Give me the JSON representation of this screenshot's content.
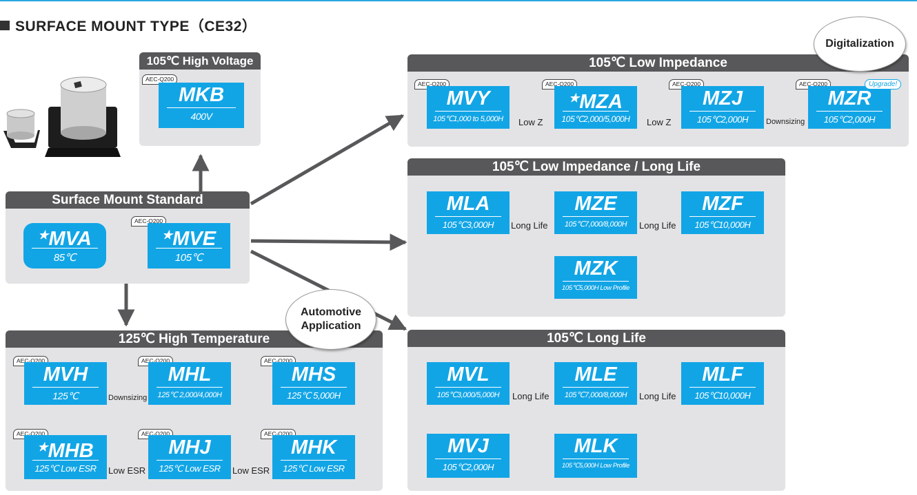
{
  "title": "SURFACE MOUNT TYPE（CE32）",
  "std_panel": {
    "header": "Surface Mount Standard",
    "mva": {
      "name": "MVA",
      "spec": "85℃"
    },
    "mve": {
      "name": "MVE",
      "spec": "105℃"
    }
  },
  "hv_panel": {
    "header": "105℃ High Voltage",
    "mkb": {
      "name": "MKB",
      "spec": "400V"
    }
  },
  "li_panel": {
    "header": "105℃ Low Impedance",
    "mvy": {
      "name": "MVY",
      "spec": "105℃1,000 to 5,000H"
    },
    "mza": {
      "name": "MZA",
      "spec": "105℃2,000/5,000H"
    },
    "mzj": {
      "name": "MZJ",
      "spec": "105℃2,000H"
    },
    "mzr": {
      "name": "MZR",
      "spec": "105℃2,000H"
    },
    "upgrade": "Upgrade!"
  },
  "lill_panel": {
    "header": "105℃ Low Impedance / Long Life",
    "mla": {
      "name": "MLA",
      "spec": "105℃3,000H"
    },
    "mze": {
      "name": "MZE",
      "spec": "105℃7,000/8,000H"
    },
    "mzf": {
      "name": "MZF",
      "spec": "105℃10,000H"
    },
    "mzk": {
      "name": "MZK",
      "spec": "105℃5,000H Low Profile"
    }
  },
  "ll_panel": {
    "header": "105℃ Long Life",
    "mvl": {
      "name": "MVL",
      "spec": "105℃3,000/5,000H"
    },
    "mle": {
      "name": "MLE",
      "spec": "105℃7,000/8,000H"
    },
    "mlf": {
      "name": "MLF",
      "spec": "105℃10,000H"
    },
    "mvj": {
      "name": "MVJ",
      "spec": "105℃2,000H"
    },
    "mlk": {
      "name": "MLK",
      "spec": "105℃5,000H Low Profile"
    }
  },
  "ht_panel": {
    "header": "125℃ High Temperature",
    "mvh": {
      "name": "MVH",
      "spec": "125℃"
    },
    "mhl": {
      "name": "MHL",
      "spec": "125℃ 2,000/4,000H"
    },
    "mhs": {
      "name": "MHS",
      "spec": "125℃ 5,000H"
    },
    "mhb": {
      "name": "MHB",
      "spec": "125℃ Low ESR"
    },
    "mhj": {
      "name": "MHJ",
      "spec": "125℃ Low ESR"
    },
    "mhk": {
      "name": "MHK",
      "spec": "125℃ Low ESR"
    }
  },
  "labels": {
    "aec": "AEC-Q200",
    "low_z": "Low Z",
    "downsizing": "Downsizing",
    "long_life": "Long Life",
    "low_esr": "Low ESR",
    "star": "★"
  },
  "badges": {
    "digitalization": "Digitalization",
    "automotive_line1": "Automotive",
    "automotive_line2": "Application"
  },
  "colors": {
    "box_blue": "#12a5e6",
    "header_gray": "#58585a",
    "panel_gray": "#e3e3e5"
  }
}
